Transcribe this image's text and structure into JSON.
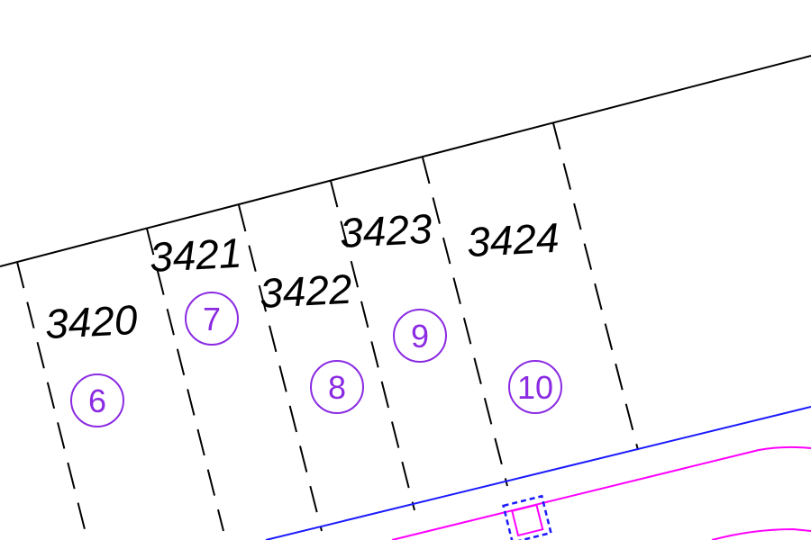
{
  "map": {
    "colors": {
      "parcel_text": "#000000",
      "lot_marker": "#8a2be2",
      "road_edge": "#1a1aff",
      "utility_line": "#ff00ff",
      "boundary": "#000000"
    },
    "parcels": [
      {
        "number": "3420",
        "lot": "6"
      },
      {
        "number": "3421",
        "lot": "7"
      },
      {
        "number": "3422",
        "lot": "8"
      },
      {
        "number": "3423",
        "lot": "9"
      },
      {
        "number": "3424",
        "lot": "10"
      }
    ]
  }
}
